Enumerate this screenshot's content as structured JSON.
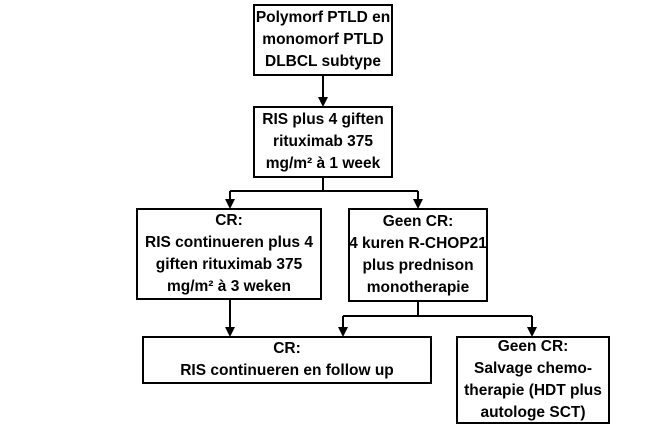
{
  "flowchart": {
    "start": {
      "lines": [
        "Polymorf PTLD en",
        "monomorf PTLD",
        "DLBCL subtype"
      ]
    },
    "initial_therapy": {
      "lines": [
        "RIS plus 4 giften",
        "rituximab 375",
        "mg/m² à 1 week"
      ]
    },
    "cr_branch": {
      "lines": [
        "CR:",
        "RIS continueren plus 4",
        "giften rituximab 375",
        "mg/m² à 3 weken"
      ]
    },
    "no_cr_branch": {
      "lines": [
        "Geen CR:",
        "4 kuren R-CHOP21",
        "plus prednison",
        "monotherapie"
      ]
    },
    "cr_outcome": {
      "lines": [
        "CR:",
        "RIS continueren en follow up"
      ]
    },
    "no_cr_outcome": {
      "lines": [
        "Geen CR:",
        "Salvage chemo-",
        "therapie (HDT plus",
        "autologe SCT)"
      ]
    }
  }
}
